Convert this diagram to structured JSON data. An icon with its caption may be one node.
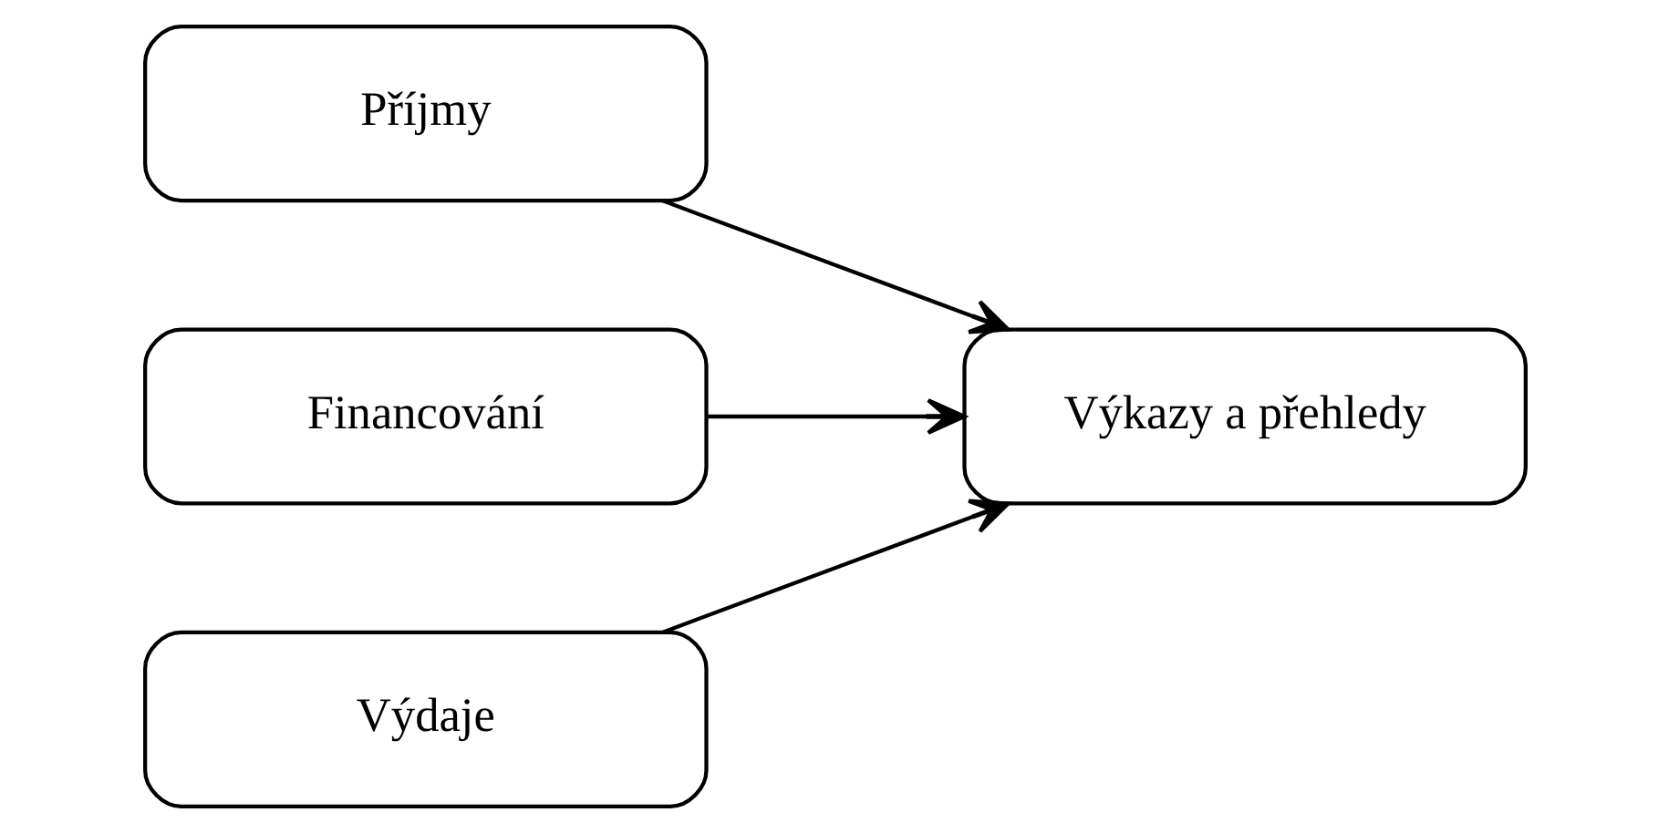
{
  "diagram": {
    "nodes": [
      {
        "text": [
          "Příjmy"
        ]
      },
      {
        "text": [
          "Financování"
        ]
      },
      {
        "text": [
          "Výdaje"
        ]
      },
      {
        "text": [
          "Výkazy a přehledy"
        ]
      }
    ],
    "edges": [
      {
        "from": 0,
        "to": 3,
        "arrow": "to"
      },
      {
        "from": 1,
        "to": 3,
        "arrow": "to"
      },
      {
        "from": 2,
        "to": 3,
        "arrow": "to"
      }
    ]
  }
}
